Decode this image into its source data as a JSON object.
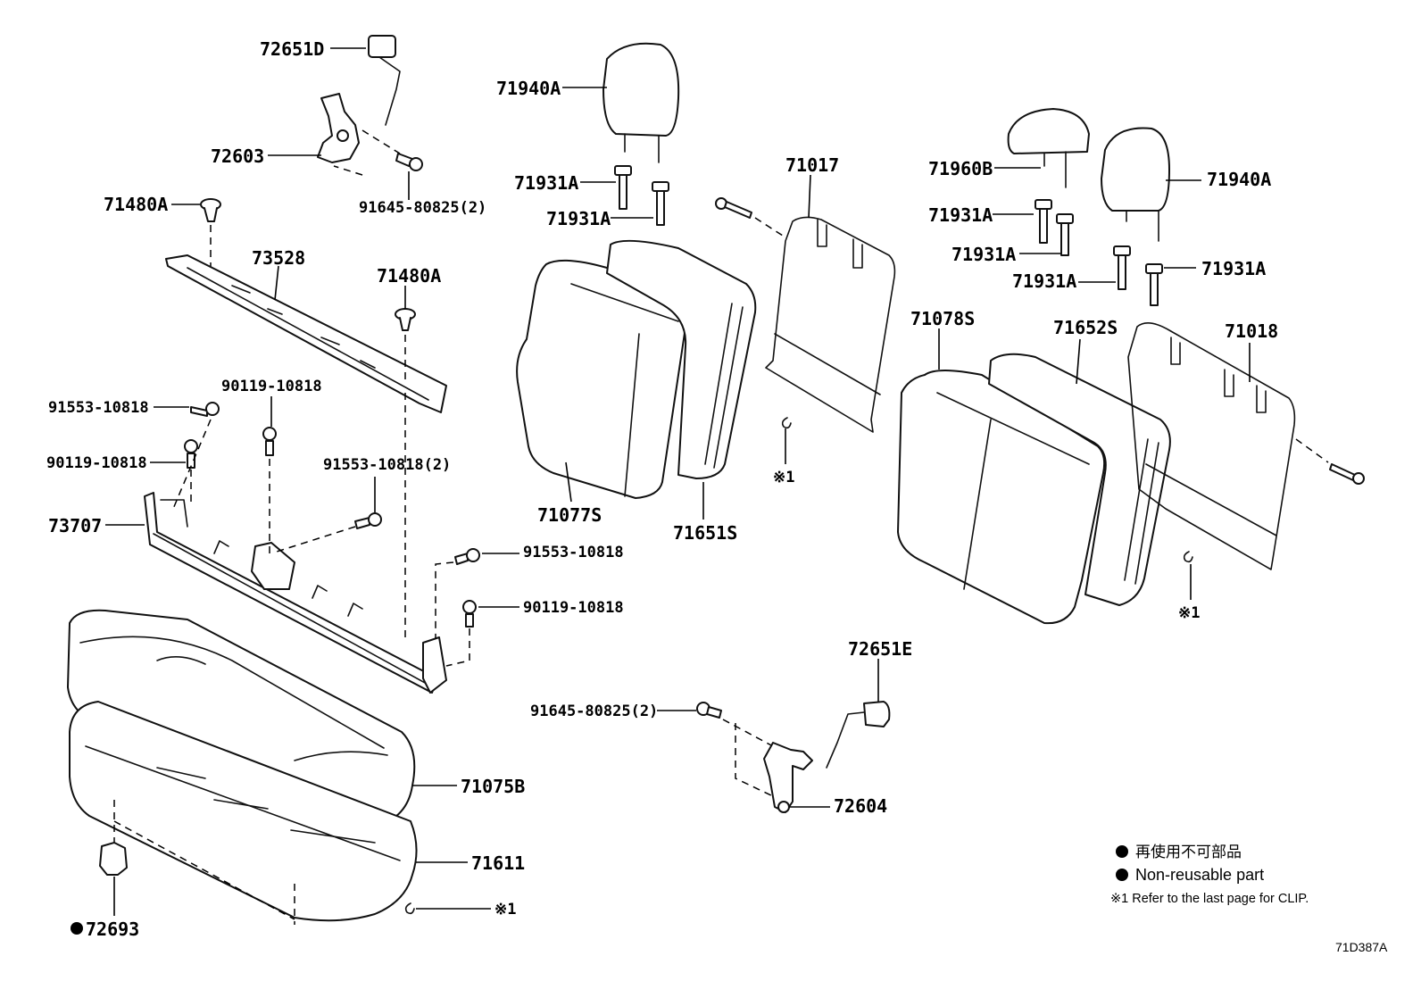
{
  "callouts": {
    "c726510": "72651D",
    "c72603": "72603",
    "c91645a": "91645-80825(2)",
    "c71480a1": "71480A",
    "c73528": "73528",
    "c71480a2": "71480A",
    "c90119a": "90119-10818",
    "c91553a": "91553-10818",
    "c90119b": "90119-10818",
    "c91553b": "91553-10818(2)",
    "c73707": "73707",
    "c91553c": "91553-10818",
    "c90119c": "90119-10818",
    "c71075b": "71075B",
    "c71611": "71611",
    "c72693": "72693",
    "c71940a1": "71940A",
    "c71931a1": "71931A",
    "c71931a2": "71931A",
    "c71017": "71017",
    "c71077s": "71077S",
    "c71651s": "71651S",
    "c91645b": "91645-80825(2)",
    "c72651e": "72651E",
    "c72604": "72604",
    "c71960b": "71960B",
    "c71940a2": "71940A",
    "c71931a3": "71931A",
    "c71931a4": "71931A",
    "c71931a5": "71931A",
    "c71931a6": "71931A",
    "c71078s": "71078S",
    "c71652s": "71652S",
    "c71018": "71018",
    "clip1": "※1",
    "clip2": "※1",
    "clip3": "※1"
  },
  "legend": {
    "jp_text": "再使用不可部品",
    "en_text": "Non-reusable part",
    "clip_note": "※1 Refer to the last page for CLIP."
  },
  "diagram_code": "71D387A"
}
